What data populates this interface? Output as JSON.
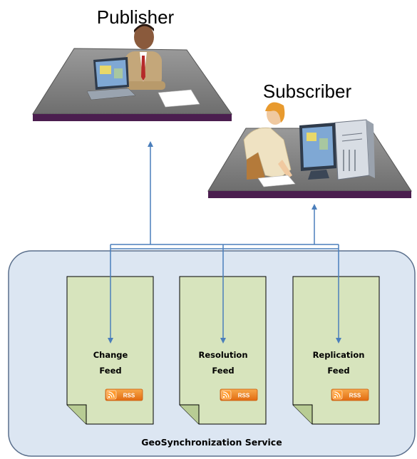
{
  "publisher": {
    "label": "Publisher"
  },
  "subscriber": {
    "label": "Subscriber"
  },
  "service": {
    "label": "GeoSynchronization Service"
  },
  "feeds": [
    {
      "line1": "Change",
      "line2": "Feed",
      "badge": "RSS"
    },
    {
      "line1": "Resolution",
      "line2": "Feed",
      "badge": "RSS"
    },
    {
      "line1": "Replication",
      "line2": "Feed",
      "badge": "RSS"
    }
  ],
  "colors": {
    "service_bg": "#dce6f2",
    "service_border": "#5a6f8c",
    "feed_fill": "#d7e4bd",
    "arrow": "#4a7ebb",
    "desk_top": "#8c8c8c",
    "desk_edge": "#4b1e4f",
    "rss_orange": "#f08a24"
  }
}
